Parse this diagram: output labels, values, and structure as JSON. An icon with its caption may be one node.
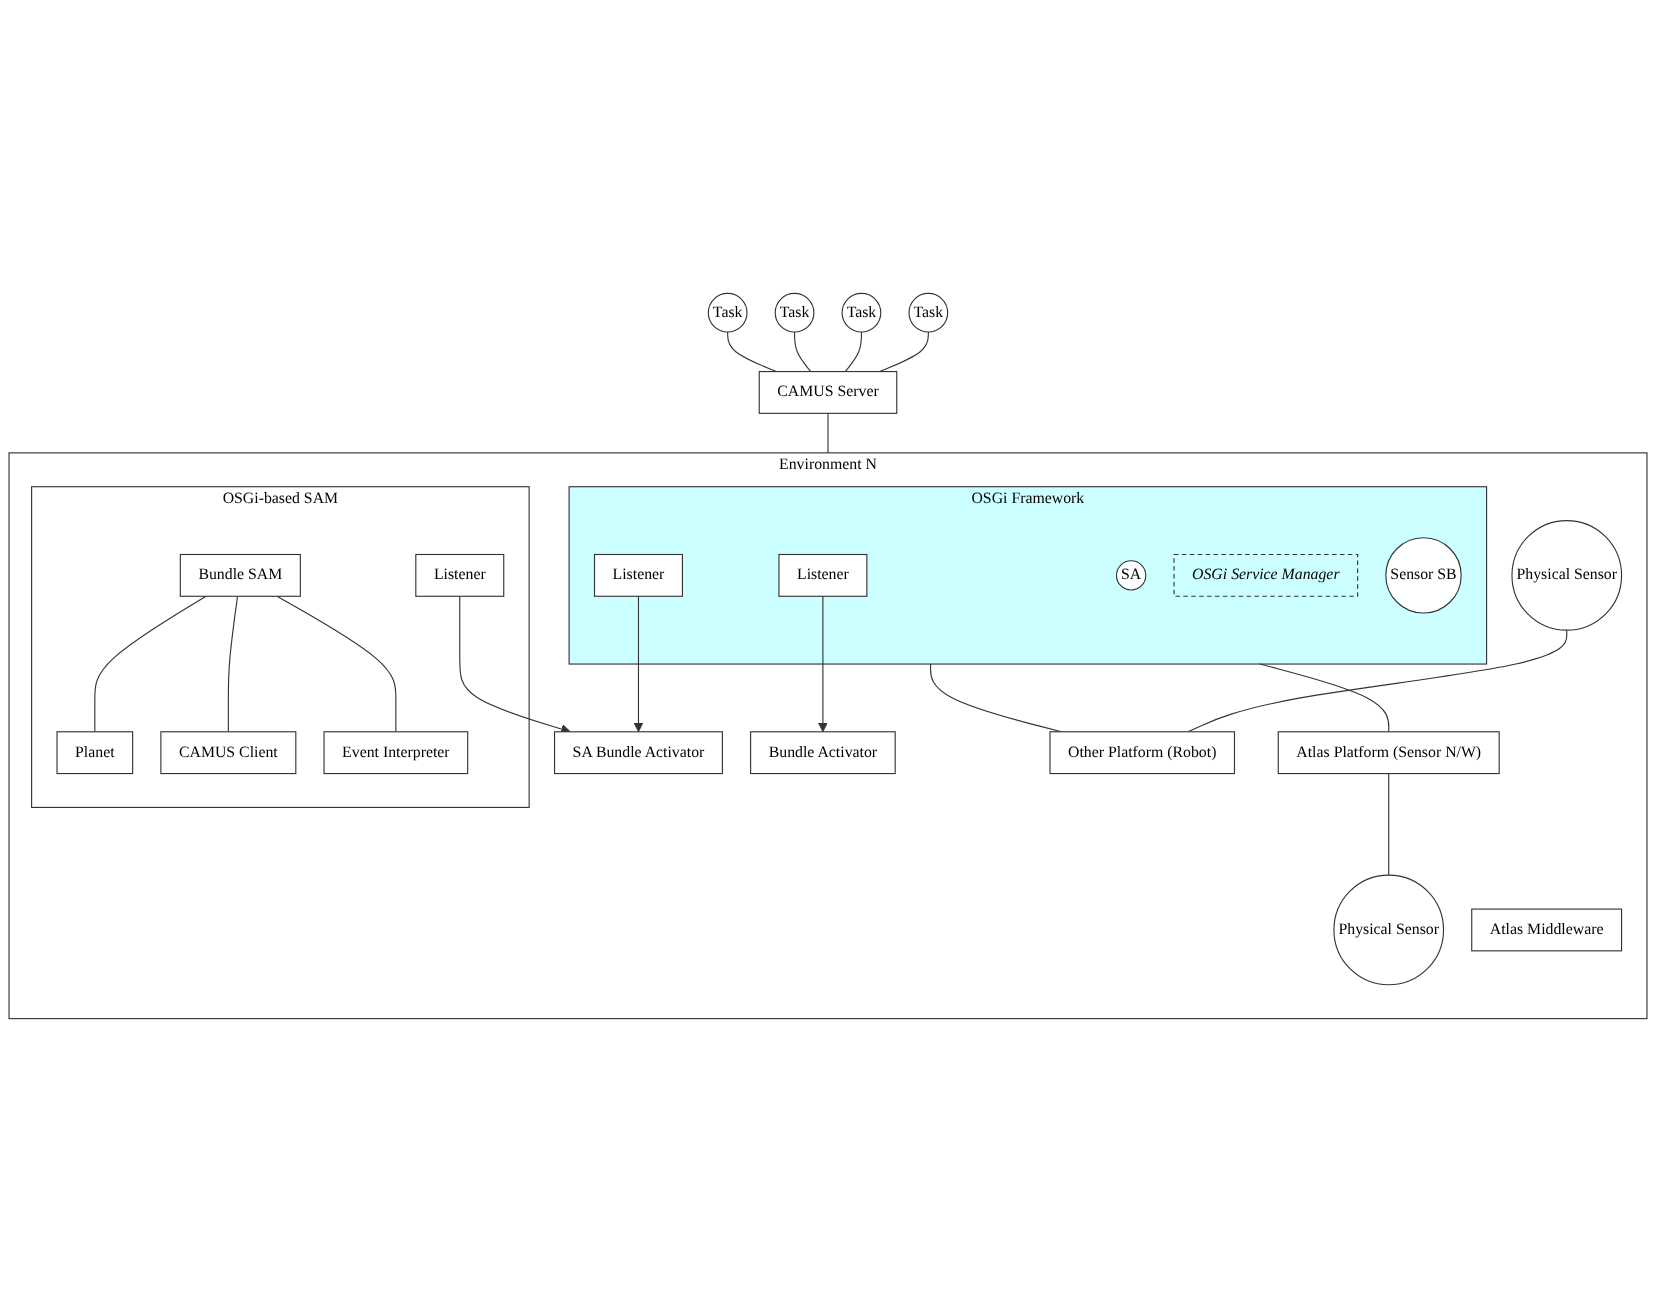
{
  "diagram": {
    "nodes": [
      {
        "text": [
          "Task"
        ]
      },
      {
        "text": [
          "Task"
        ]
      },
      {
        "text": [
          "Task"
        ]
      },
      {
        "text": [
          "Task"
        ]
      },
      {
        "text": [
          "CAMUS Server"
        ]
      },
      {
        "text": [
          "Environment N"
        ]
      },
      {
        "text": [
          "OSGi-based SAM"
        ],
        "in": 5
      },
      {
        "text": [
          "Bundle SAM"
        ],
        "in": 6
      },
      {
        "text": [
          "Listener"
        ],
        "in": 6
      },
      {
        "text": [
          "Planet"
        ],
        "in": 6
      },
      {
        "text": [
          "CAMUS Client"
        ],
        "in": 6
      },
      {
        "text": [
          "Event Interpreter"
        ],
        "in": 6
      },
      {
        "text": [
          "Atlas Middleware"
        ],
        "in": 5
      },
      {
        "text": [
          "OSGi Framework"
        ],
        "in": 5
      },
      {
        "text": [
          "SA Bundle Activator"
        ],
        "in": 5
      },
      {
        "text": [
          "SA"
        ],
        "in": 13
      },
      {
        "text": [
          "OSGi Service Manager"
        ],
        "in": 13
      },
      {
        "text": [
          "Listener"
        ],
        "in": 13
      },
      {
        "text": [
          "Listener"
        ],
        "in": 13
      },
      {
        "text": [
          "Bundle Activator"
        ],
        "in": 5
      },
      {
        "text": [
          "Sensor SB"
        ],
        "in": 13
      },
      {
        "text": [
          "Other Platform (Robot)"
        ],
        "in": 5
      },
      {
        "text": [
          "Physical Sensor"
        ],
        "in": 5
      },
      {
        "text": [
          "Atlas Platform (Sensor N/W)"
        ],
        "in": 5
      },
      {
        "text": [
          "Physical Sensor"
        ],
        "in": 5
      }
    ],
    "edges": [
      {
        "from": 0,
        "to": 4,
        "arrow": "none"
      },
      {
        "from": 1,
        "to": 4,
        "arrow": "none"
      },
      {
        "from": 2,
        "to": 4,
        "arrow": "none"
      },
      {
        "from": 3,
        "to": 4,
        "arrow": "none"
      },
      {
        "from": 4,
        "to": 5,
        "arrow": "none"
      },
      {
        "from": 7,
        "to": 9,
        "arrow": "none"
      },
      {
        "from": 7,
        "to": 10,
        "arrow": "none"
      },
      {
        "from": 7,
        "to": 11,
        "arrow": "none"
      },
      {
        "from": 8,
        "to": 14,
        "arrow": "to"
      },
      {
        "from": 17,
        "to": 14,
        "arrow": "to"
      },
      {
        "from": 18,
        "to": 19,
        "arrow": "to"
      },
      {
        "from": 13,
        "to": 21,
        "arrow": "none"
      },
      {
        "from": 13,
        "to": 23,
        "arrow": "none"
      },
      {
        "from": 22,
        "to": 21,
        "arrow": "none"
      },
      {
        "from": 23,
        "to": 24,
        "arrow": "none"
      }
    ]
  }
}
